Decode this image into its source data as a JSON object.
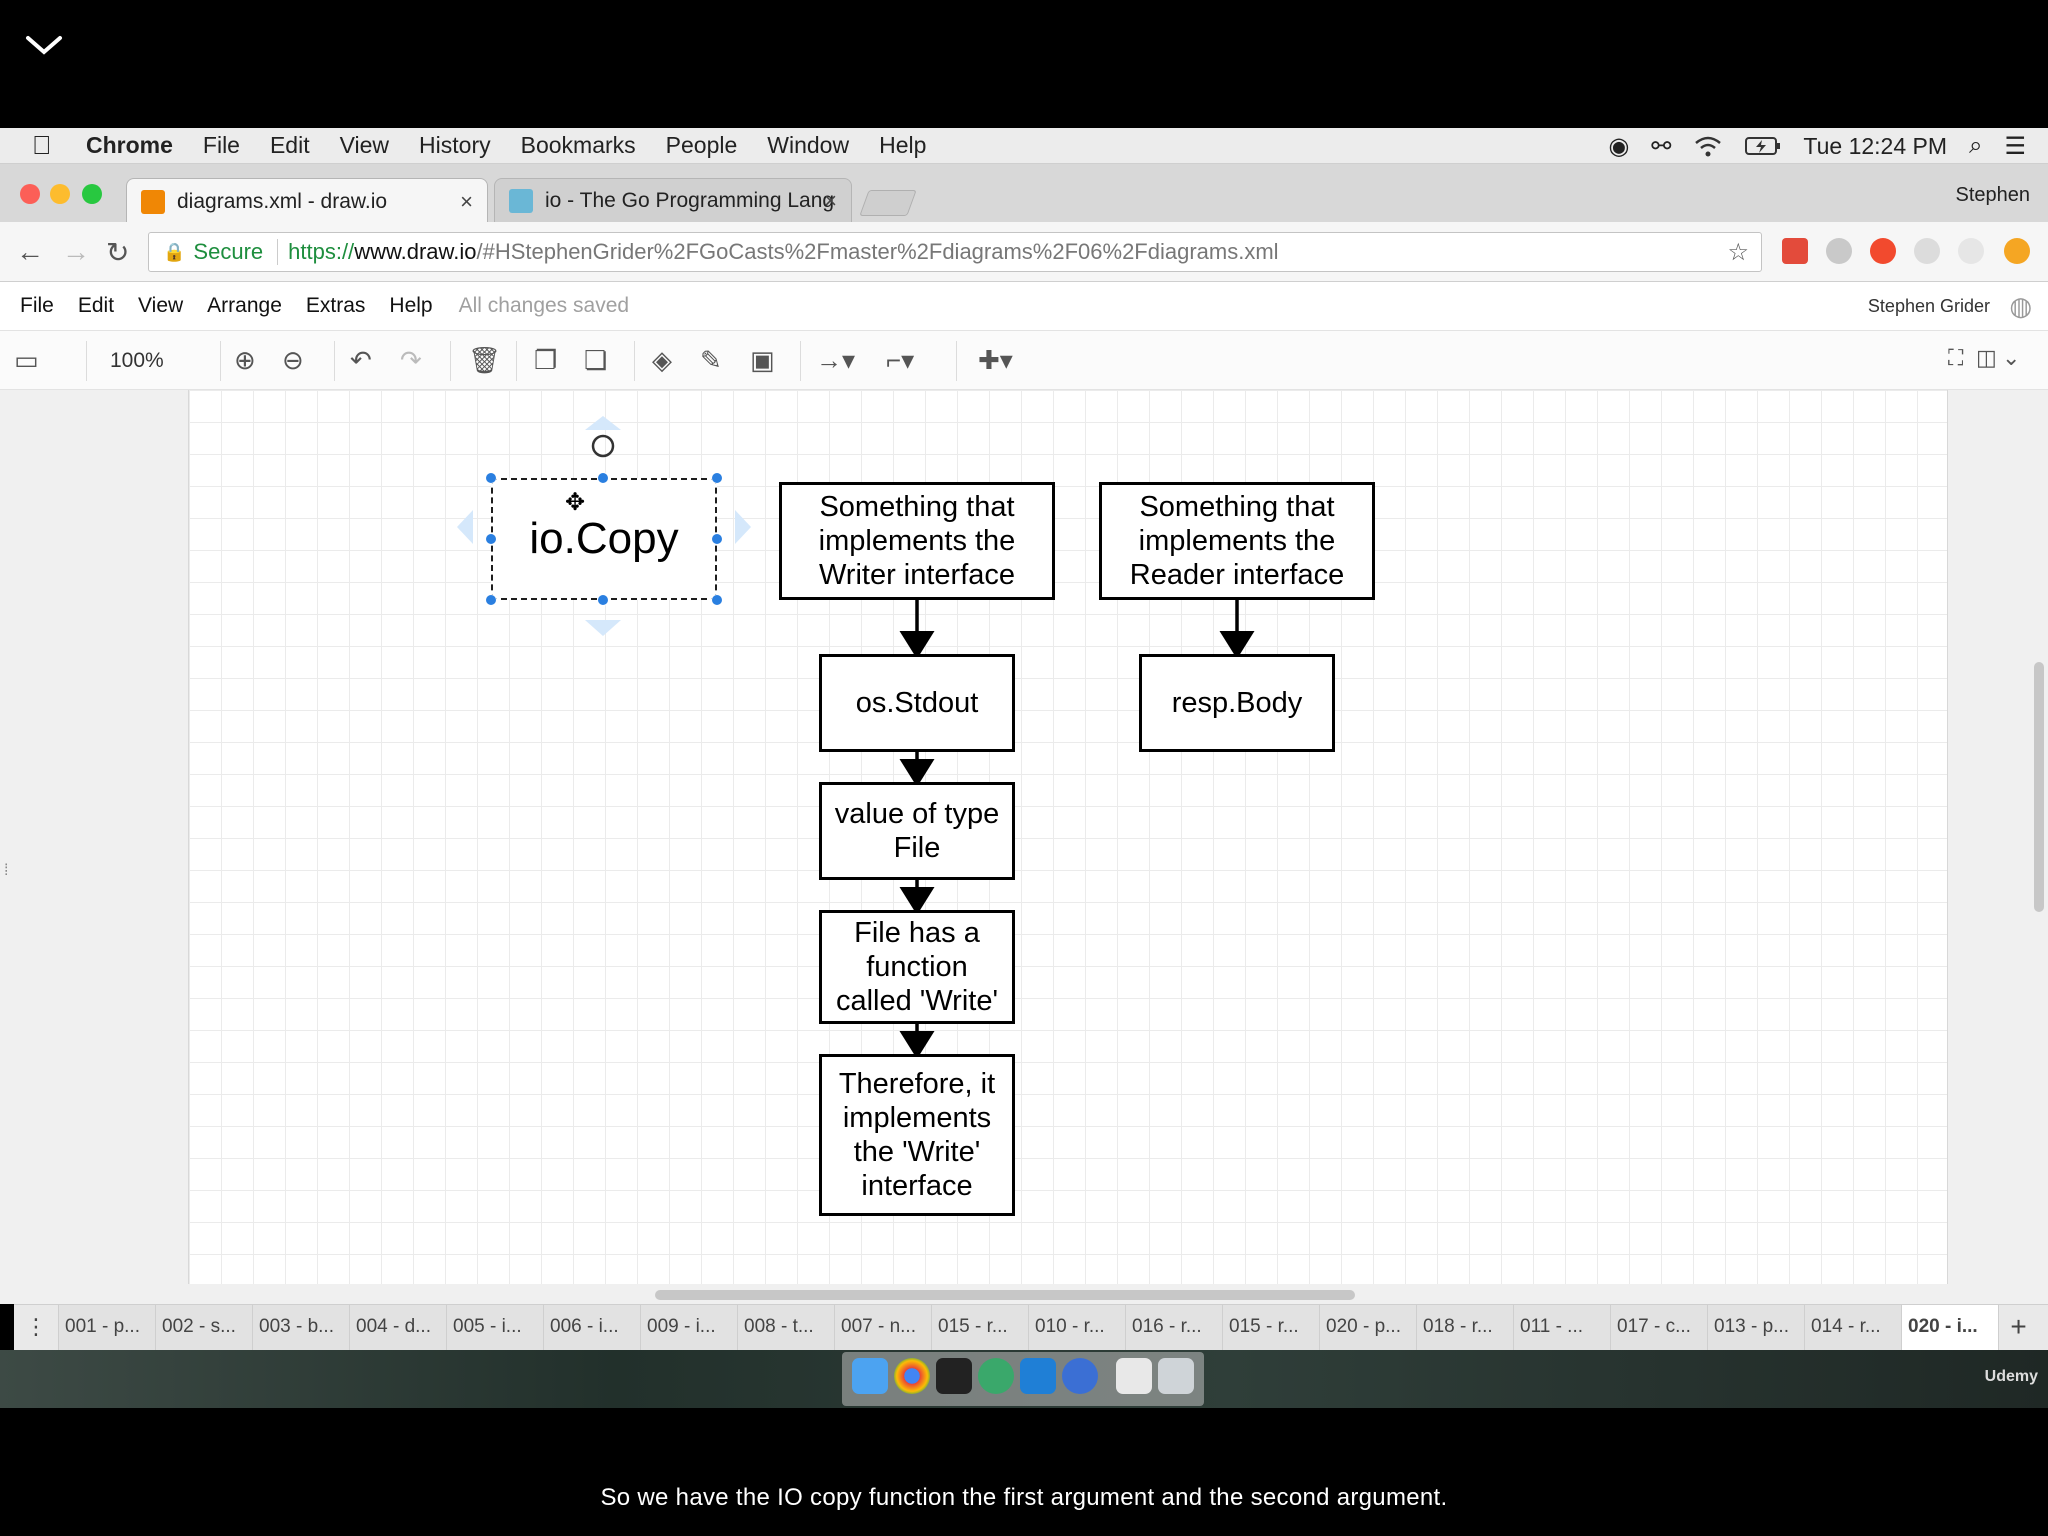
{
  "menubar": {
    "app": "Chrome",
    "items": [
      "File",
      "Edit",
      "View",
      "History",
      "Bookmarks",
      "People",
      "Window",
      "Help"
    ],
    "clock": "Tue 12:24 PM"
  },
  "tabs": [
    {
      "title": "diagrams.xml - draw.io",
      "close": "×"
    },
    {
      "title": "io - The Go Programming Lang",
      "close": "×"
    }
  ],
  "profile": "Stephen",
  "omnibox": {
    "secure_label": "Secure",
    "url_scheme": "https://",
    "url_host": "www.draw.io",
    "url_rest": "/#HStephenGrider%2FGoCasts%2Fmaster%2Fdiagrams%2F06%2Fdiagrams.xml"
  },
  "drawio": {
    "menu": [
      "File",
      "Edit",
      "View",
      "Arrange",
      "Extras",
      "Help"
    ],
    "saved_status": "All changes saved",
    "user": "Stephen Grider",
    "zoom": "100%"
  },
  "diagram": {
    "nodes": {
      "io_copy": "io.Copy",
      "writer": "Something that implements the Writer interface",
      "reader": "Something that implements the Reader interface",
      "stdout": "os.Stdout",
      "value_file": "value of type File",
      "file_write": "File has a function called 'Write'",
      "therefore": "Therefore, it implements the 'Write' interface",
      "resp_body": "resp.Body"
    }
  },
  "pages": [
    "001 - p...",
    "002 - s...",
    "003 - b...",
    "004 - d...",
    "005 - i...",
    "006 - i...",
    "009 - i...",
    "008 - t...",
    "007 - n...",
    "015 - r...",
    "010 - r...",
    "016 - r...",
    "015 - r...",
    "020 - p...",
    "018 - r...",
    "011 - ...",
    "017 - c...",
    "013 - p...",
    "014 - r...",
    "020 - i..."
  ],
  "active_page_index": 19,
  "udemy": "Udemy",
  "caption": "So we have the IO copy function the first argument and the second argument."
}
